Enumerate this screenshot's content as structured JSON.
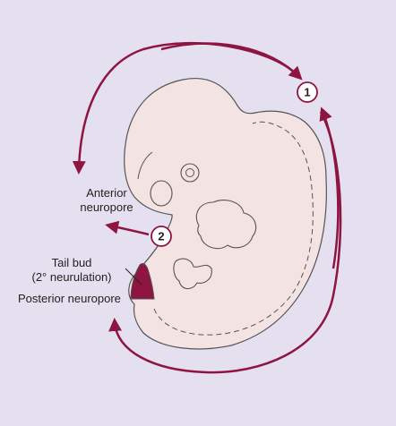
{
  "labels": {
    "anterior_neuropore_line1": "Anterior",
    "anterior_neuropore_line2": "neuropore",
    "tail_bud_line1": "Tail bud",
    "tail_bud_line2": "(2° neurulation)",
    "posterior_neuropore": "Posterior neuropore"
  },
  "steps": {
    "step1": "1",
    "step2": "2"
  },
  "colors": {
    "background": "#e4e0ef",
    "embryo_fill": "#f3e3e3",
    "outline": "#555555",
    "arrow": "#8e1541",
    "tail_bud": "#8e1541",
    "step_circle_fill": "#ffffff"
  }
}
